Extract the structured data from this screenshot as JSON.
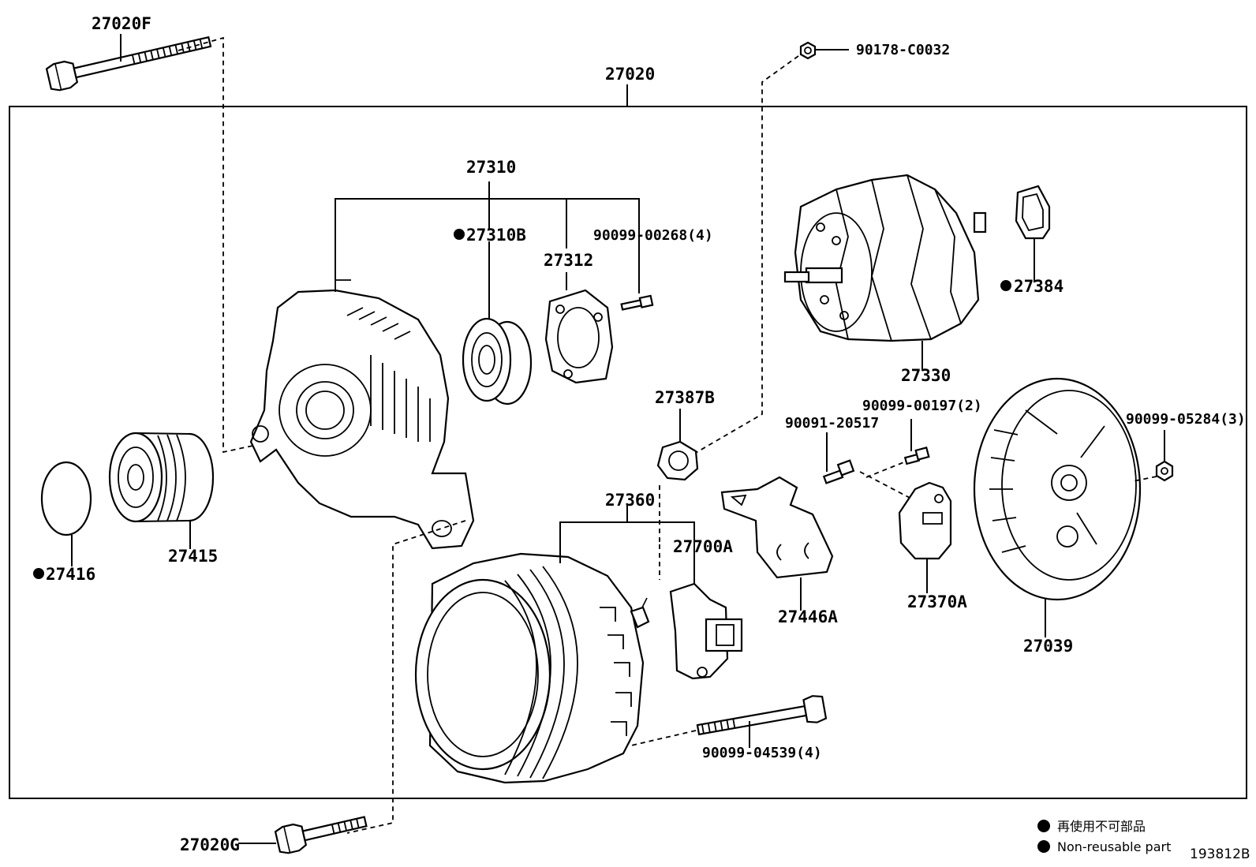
{
  "labels": {
    "top_assembly": "27020",
    "bolt_top": "27020F",
    "bolt_bottom": "27020G",
    "nut_top": "90178-C0032",
    "drive_frame": "27310",
    "bearing": "27310B",
    "retainer": "27312",
    "screw_retainer": "90099-00268(4)",
    "rotor": "27330",
    "cover_ring": "27384",
    "holder": "27387B",
    "screw_a": "90091-20517",
    "screw_b": "90099-00197(2)",
    "nut_right": "90099-05284(3)",
    "stator": "27360",
    "regulator": "27700A",
    "plate": "27446A",
    "brush_holder": "27370A",
    "rear_cover": "27039",
    "through_bolt": "90099-04539(4)",
    "pulley": "27415",
    "pulley_cap": "27416"
  },
  "legend": {
    "japanese": "再使用不可部品",
    "english": "Non-reusable part"
  },
  "figure_id": "193812B"
}
